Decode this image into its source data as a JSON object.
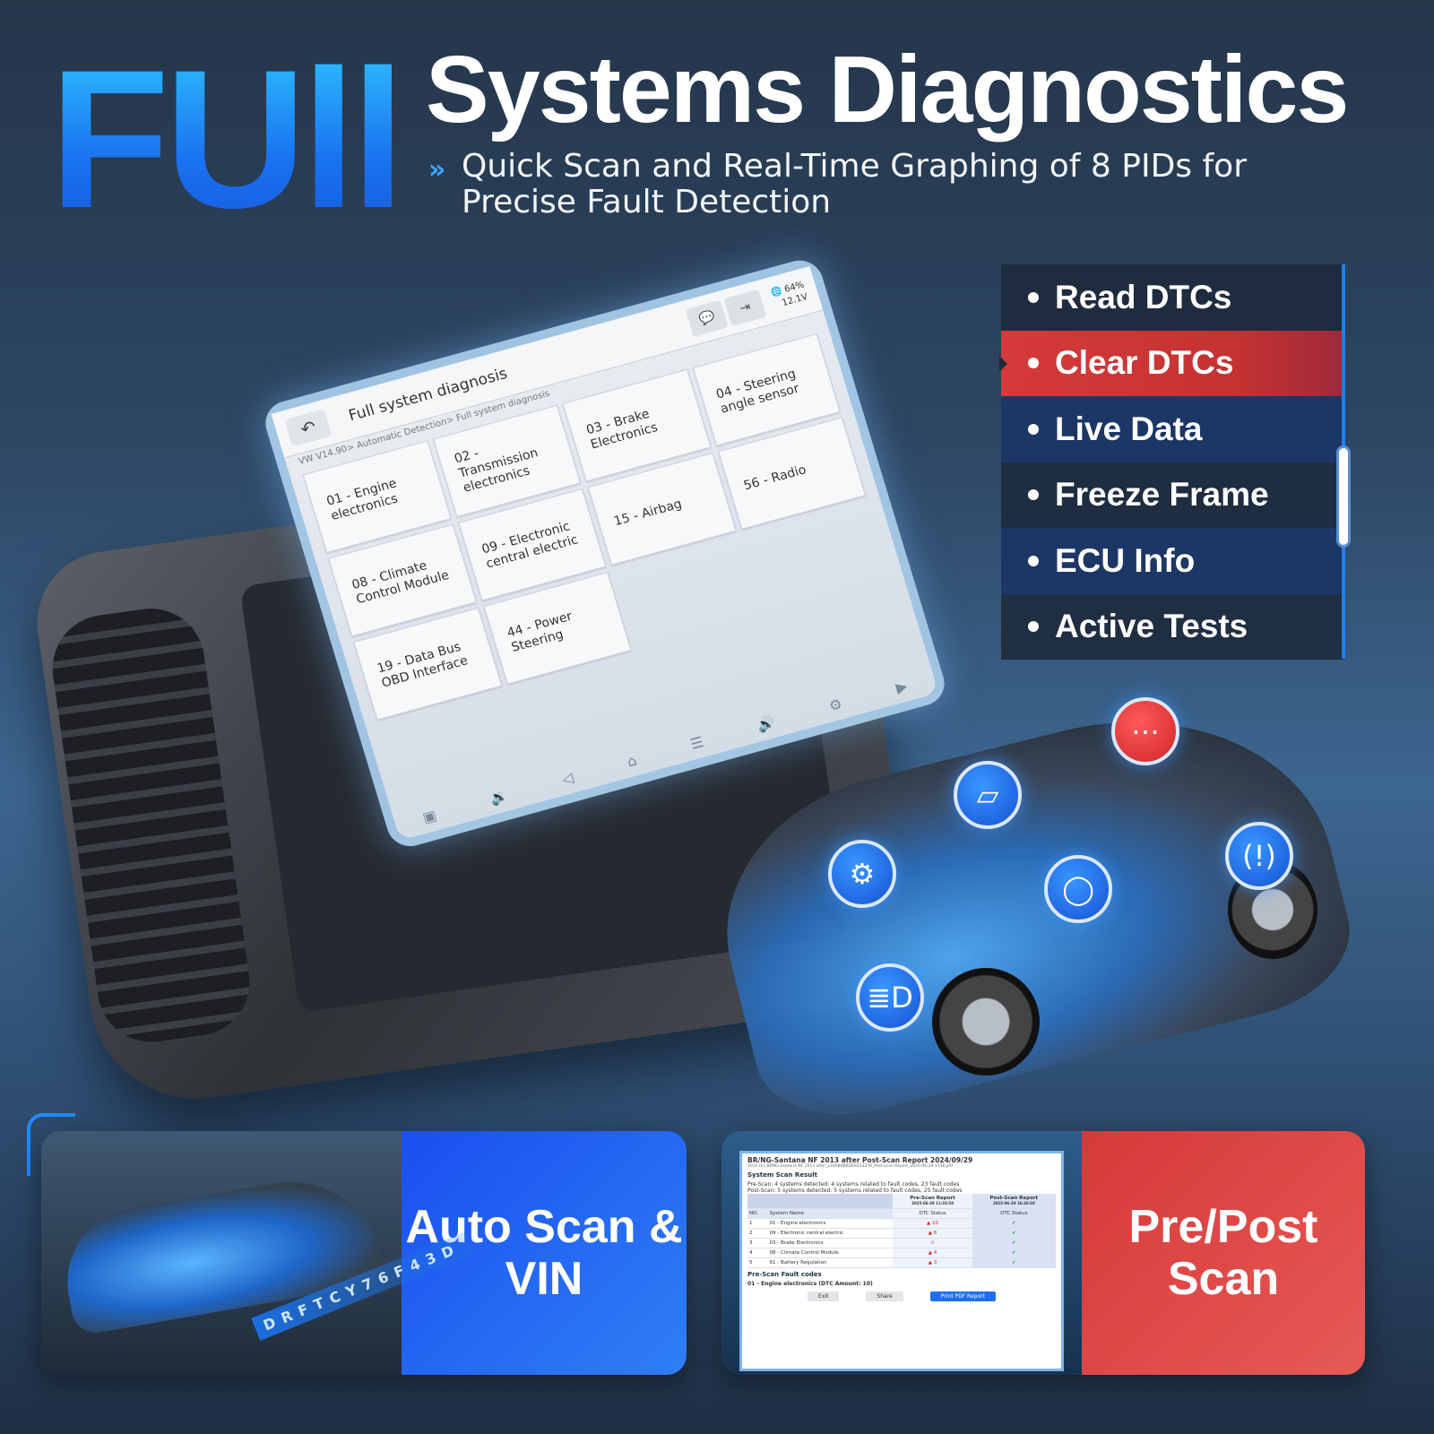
{
  "header": {
    "title_big": "FUll",
    "title": "Systems Diagnostics",
    "subtitle": "Quick Scan and Real-Time Graphing of 8 PIDs for Precise Fault Detection",
    "subtitle_icon": "double-chevron-right"
  },
  "tablet": {
    "screen_title": "Full system diagnosis",
    "breadcrumb": "VW V14.90> Automatic Detection> Full system diagnosis",
    "battery": "64%",
    "voltage": "12.1V",
    "tiles": [
      "01 - Engine electronics",
      "02 - Transmission electronics",
      "03 - Brake Electronics",
      "04 - Steering angle sensor",
      "08 - Climate Control Module",
      "09 - Electronic central electric",
      "15 - Airbag",
      "56 - Radio",
      "19 - Data Bus OBD Interface",
      "44 - Power Steering"
    ],
    "nav_icons": [
      "gallery-icon",
      "volume-down-icon",
      "back-icon",
      "home-icon",
      "menu-icon",
      "volume-up-icon",
      "vci-icon",
      "screen-record-icon"
    ]
  },
  "menu": {
    "items": [
      {
        "label": "Read DTCs",
        "style": "dark"
      },
      {
        "label": "Clear DTCs",
        "style": "red"
      },
      {
        "label": "Live Data",
        "style": "navy"
      },
      {
        "label": "Freeze Frame",
        "style": "dark"
      },
      {
        "label": "ECU Info",
        "style": "navy"
      },
      {
        "label": "Active Tests",
        "style": "dark"
      }
    ]
  },
  "car_icons": [
    "more-icon",
    "door-icon",
    "engine-icon",
    "mirror-icon",
    "tpms-icon",
    "headlight-icon"
  ],
  "cards": {
    "auto": {
      "label": "Auto Scan & VIN",
      "vin": "DRFTCY76F43D",
      "color": "#1f5ef0"
    },
    "prepost": {
      "label": "Pre/Post Scan",
      "color": "#d8403f"
    }
  },
  "report": {
    "title": "BR/NG-Santana NF 2013 after Post-Scan Report 2024/09/29",
    "file": "2014 (E)_BRNG-Santana NF 2013 after_LSVAB4BR0EN152378_Post-scan Report_2025-06-29 1136.pdf",
    "section1": "System Scan Result",
    "pre_line": "Pre-Scan:  4 systems detected: 4 systems related to fault codes, 23 fault codes",
    "post_line": "Post-Scan: 5 systems detected: 5 systems related to fault codes, 25 fault codes",
    "pre_head": "Pre-Scan Report",
    "pre_date": "2025-06-29 11:33:58",
    "post_head": "Post-Scan Report",
    "post_date": "2025-06-29 16:30:28",
    "col_no": "NO.",
    "col_name": "System Name",
    "col_status": "DTC Status",
    "rows": [
      {
        "no": "1",
        "name": "01 - Engine electronics",
        "pre": "▲ 10",
        "post": "✔"
      },
      {
        "no": "2",
        "name": "09 - Electronic central electric",
        "pre": "▲ 6",
        "post": "✔"
      },
      {
        "no": "3",
        "name": "03 - Brake Electronics",
        "pre": "⊘",
        "post": "✔"
      },
      {
        "no": "4",
        "name": "08 - Climate Control Module",
        "pre": "▲ 4",
        "post": "✔"
      },
      {
        "no": "5",
        "name": "61 - Battery Regulation",
        "pre": "▲ 3",
        "post": "✔"
      }
    ],
    "section2": "Pre-Scan Fault codes",
    "fault_line": "01 - Engine electronics (DTC Amount: 10)",
    "buttons": [
      "Exit",
      "Share",
      "Print PDF Report"
    ]
  }
}
